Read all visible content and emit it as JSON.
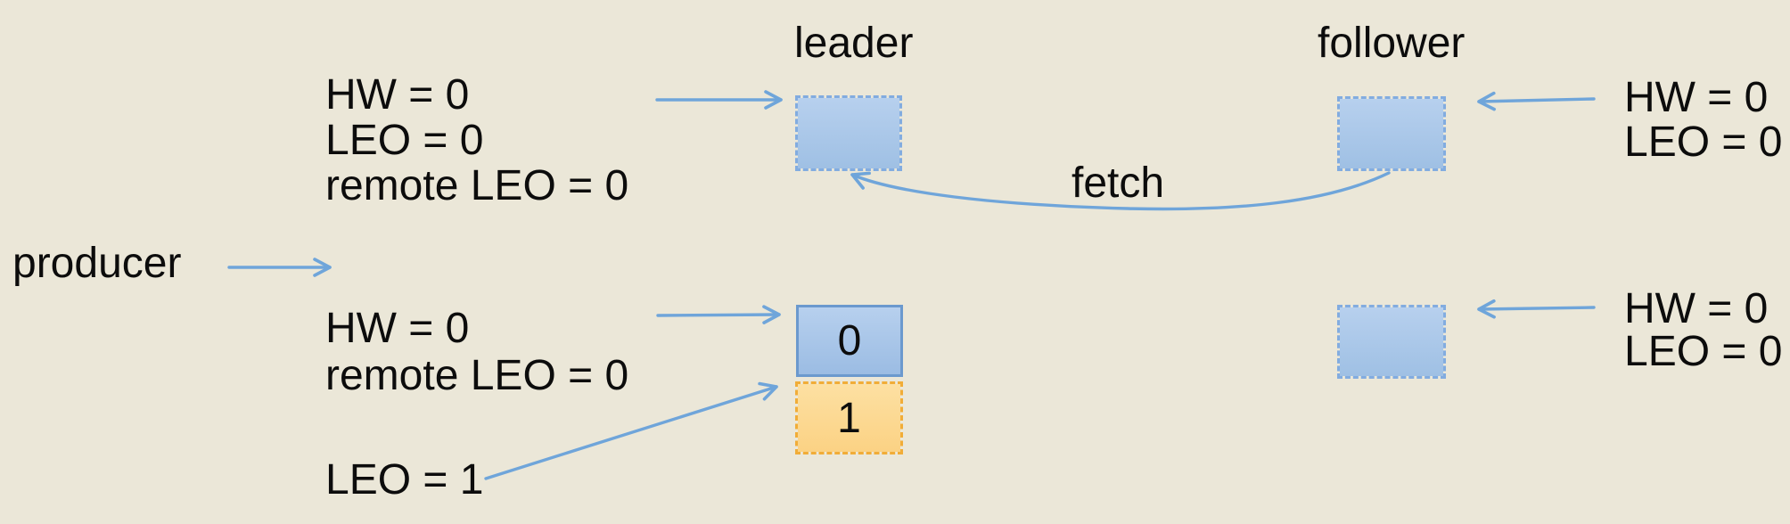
{
  "labels": {
    "leader": "leader",
    "follower": "follower",
    "producer": "producer",
    "fetch": "fetch"
  },
  "annotations": {
    "leader_top": [
      "HW = 0",
      "LEO = 0",
      "remote LEO = 0"
    ],
    "leader_bottom": [
      "HW = 0",
      "remote LEO = 0"
    ],
    "leader_leo": "LEO = 1",
    "follower_top": [
      "HW = 0",
      "LEO = 0"
    ],
    "follower_bottom": [
      "HW = 0",
      "LEO = 0"
    ]
  },
  "log_cells": {
    "leader_committed_offset": "0",
    "leader_uncommitted_offset": "1"
  },
  "colors": {
    "background": "#ebe7d8",
    "arrow": "#6fa5da",
    "blue_box_fill": "#abc8ea",
    "blue_box_dashed_border": "#82ace0",
    "blue_box_solid_border": "#6b99ce",
    "orange_box_fill": "#fcd98d",
    "orange_box_border": "#f1ad38",
    "text": "#0c0c0c"
  }
}
